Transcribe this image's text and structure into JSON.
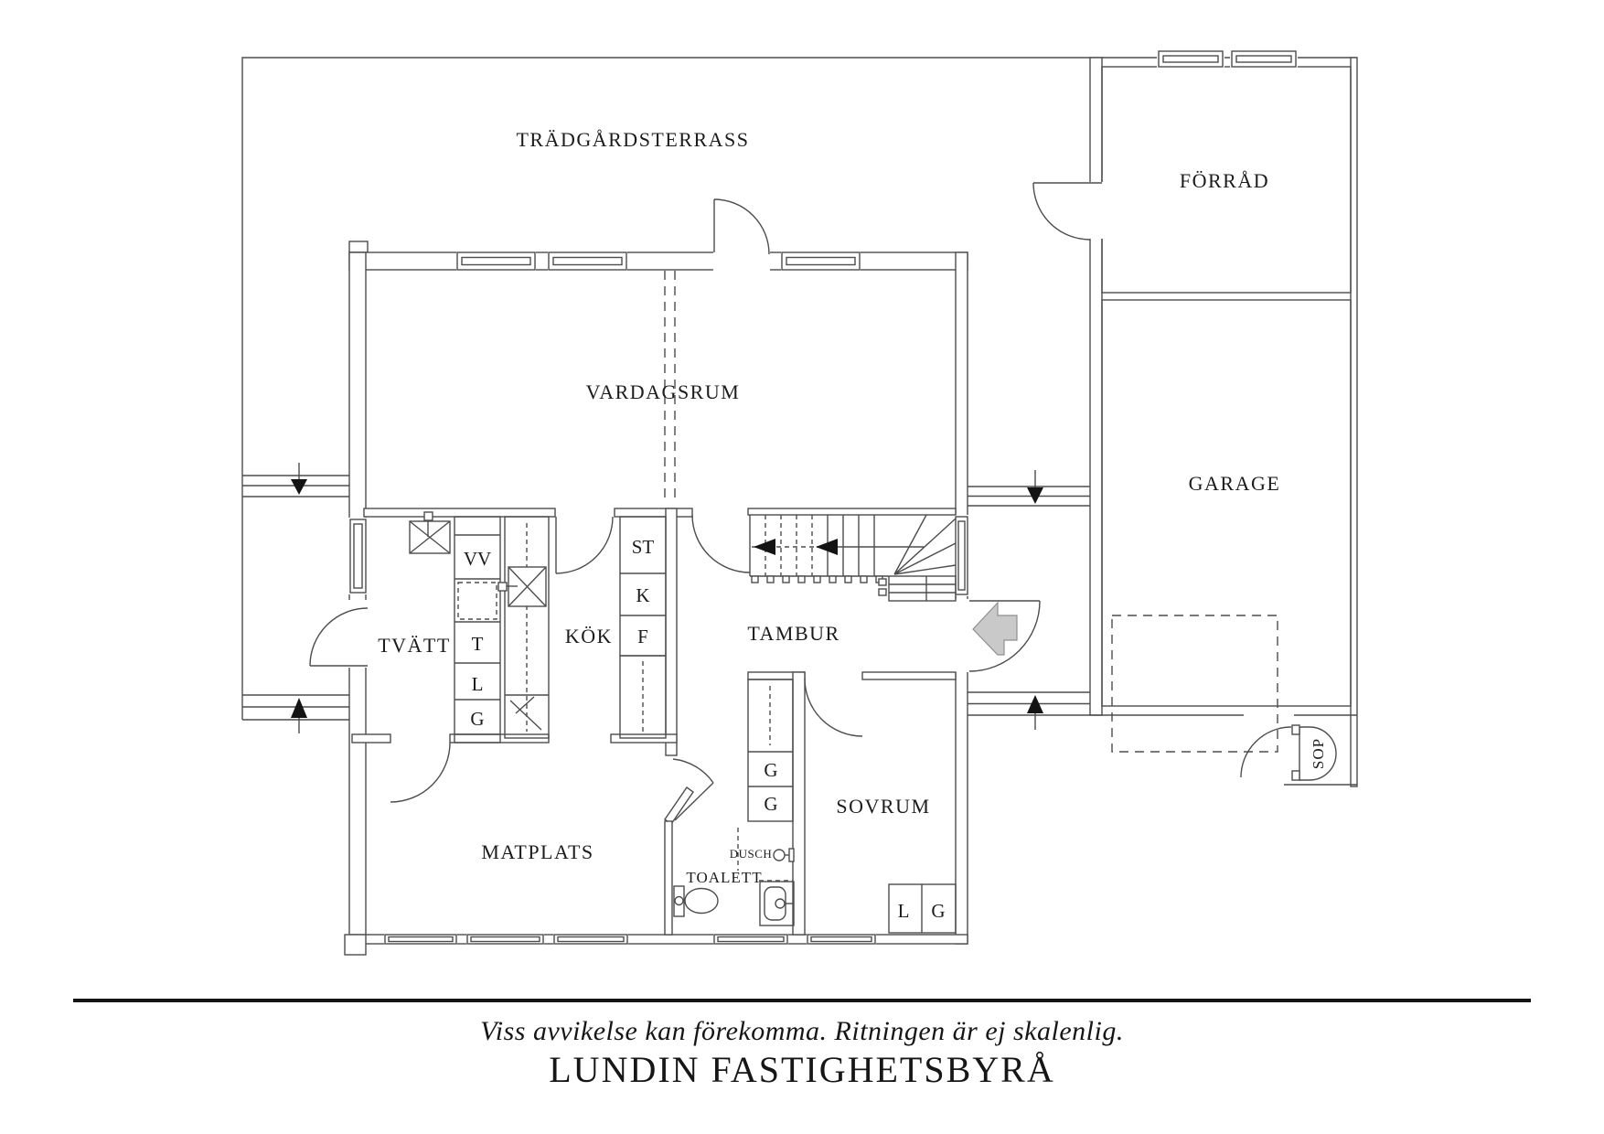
{
  "plan": {
    "rooms": {
      "terrace": "TRÄDGÅRDSTERRASS",
      "storage": "FÖRRÅD",
      "garage": "GARAGE",
      "living_room": "VARDAGSRUM",
      "kitchen": "KÖK",
      "laundry": "TVÄTT",
      "hall": "TAMBUR",
      "dining": "MATPLATS",
      "bedroom": "SOVRUM",
      "toilet": "TOALETT",
      "shower": "DUSCH",
      "waste_room": "SOP"
    },
    "fixtures": {
      "laundry_column": [
        "VV",
        "T",
        "L",
        "G"
      ],
      "kitchen_column": [
        "ST",
        "K",
        "F"
      ],
      "hall_column": [
        "G",
        "G"
      ],
      "bedroom_closet": [
        "L",
        "G"
      ]
    }
  },
  "footer": {
    "disclaimer": "Viss avvikelse kan förekomma. Ritningen är ej skalenlig.",
    "brand": "LUNDIN FASTIGHETSBYRÅ"
  },
  "colors": {
    "line": "#4d4d4d",
    "text": "#1c1c1c",
    "arrow_fill": "#c9c9c9",
    "marker": "#141414"
  }
}
